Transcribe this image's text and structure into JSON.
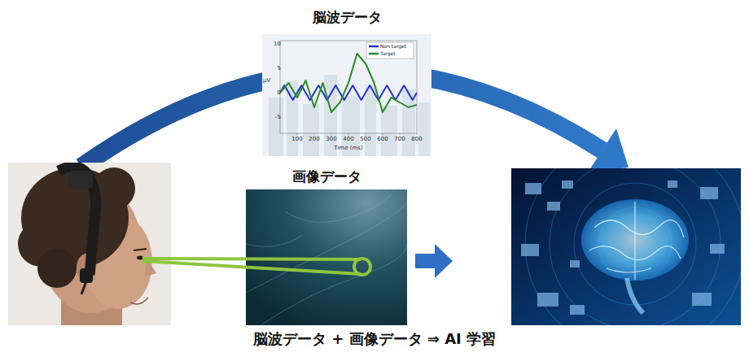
{
  "diagram": {
    "caption": "脳波データ + 画像データ ⇒ AI 学習",
    "nodes": [
      {
        "text": [
          "脳波データ"
        ]
      },
      {
        "text": [
          "画像データ"
        ]
      }
    ],
    "labels": [
      "10",
      "5",
      "0",
      "-5",
      "100",
      "200",
      "300",
      "400",
      "500",
      "600",
      "700",
      "800",
      "Time (ms)",
      "μV"
    ],
    "legend": [
      {
        "text": "Non target"
      },
      {
        "text": "Target"
      }
    ]
  }
}
